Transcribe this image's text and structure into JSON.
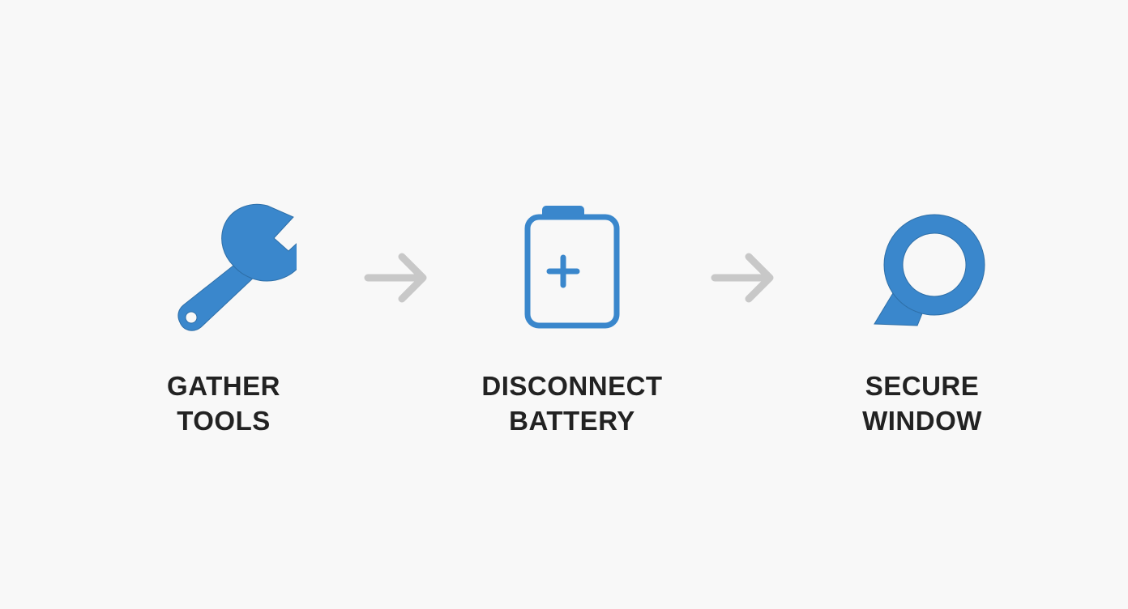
{
  "colors": {
    "background": "#f8f8f8",
    "accent": "#3a87cc",
    "accent_stroke": "#2e6fa8",
    "arrow": "#c8c8c8",
    "text": "#222222"
  },
  "steps": [
    {
      "icon": "wrench-icon",
      "label_line1": "GATHER",
      "label_line2": "TOOLS"
    },
    {
      "icon": "battery-icon",
      "label_line1": "DISCONNECT",
      "label_line2": "BATTERY"
    },
    {
      "icon": "magnifier-icon",
      "label_line1": "SECURE",
      "label_line2": "WINDOW"
    }
  ],
  "connectors": [
    {
      "icon": "arrow-right-icon",
      "from": 1,
      "to": 2
    },
    {
      "icon": "arrow-right-icon",
      "from": 2,
      "to": 3
    }
  ]
}
